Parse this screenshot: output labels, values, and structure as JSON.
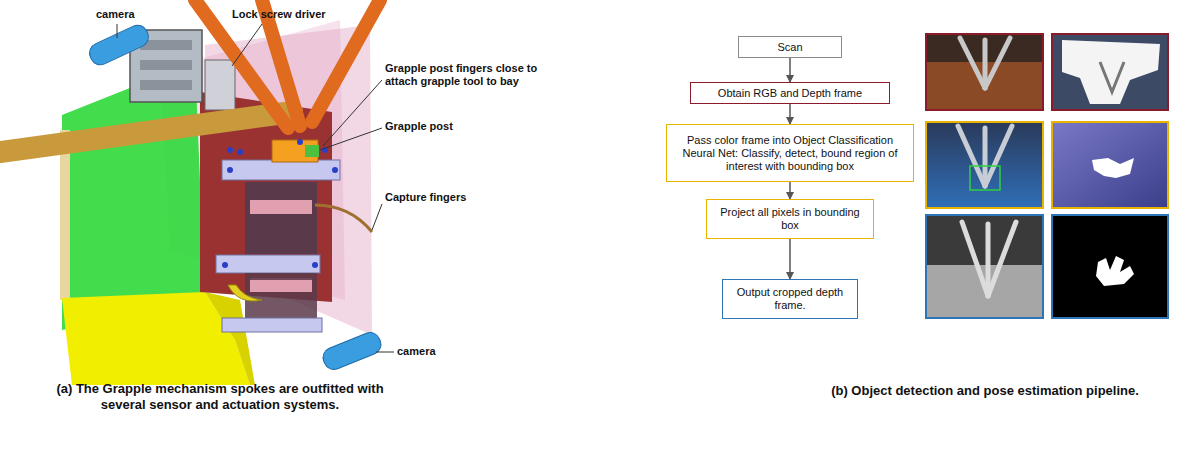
{
  "diagram": {
    "nodes": [
      {
        "text": [
          "Scan"
        ]
      },
      {
        "text": [
          "Obtain RGB and Depth frame"
        ]
      },
      {
        "text": [
          "Pass color frame into Object Classification Neural Net: Classify, detect, bound region of interest with bounding box"
        ]
      },
      {
        "text": [
          "Project all pixels in bounding box"
        ]
      },
      {
        "text": [
          "Output cropped depth frame."
        ]
      }
    ],
    "edges": [
      {
        "from": 0,
        "to": 1,
        "arrow": "to"
      },
      {
        "from": 1,
        "to": 2,
        "arrow": "to"
      },
      {
        "from": 2,
        "to": 3,
        "arrow": "to"
      },
      {
        "from": 3,
        "to": 4,
        "arrow": "to"
      }
    ],
    "labels": [
      "camera",
      "Lock screw driver",
      "Grapple post fingers close to attach grapple tool to bay",
      "Grapple post",
      "Capture fingers",
      "camera",
      "(a) The Grapple mechanism spokes are outfitted with several sensor and actuation systems.",
      "(b) Object detection and pose estimation pipeline."
    ]
  }
}
